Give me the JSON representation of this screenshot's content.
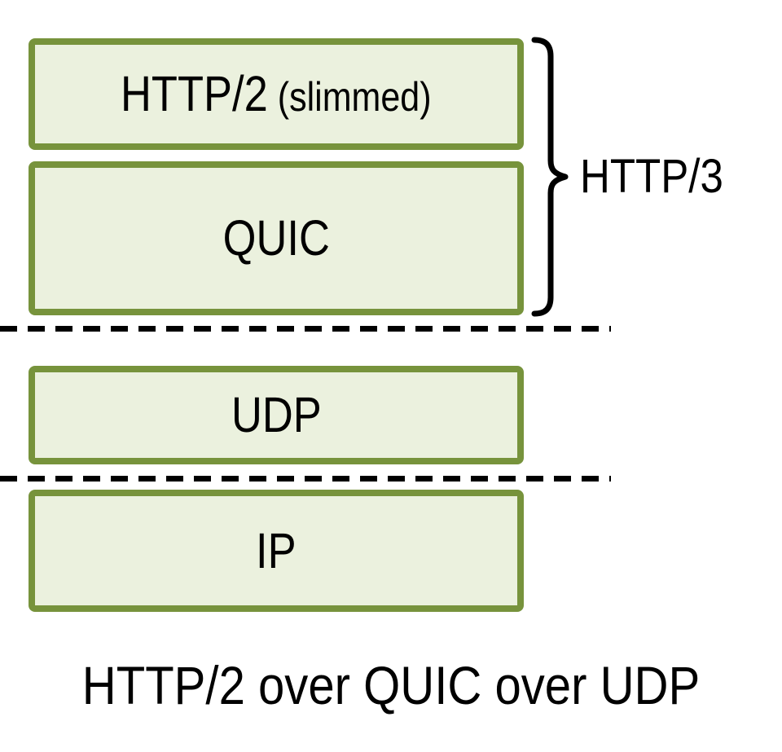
{
  "diagram": {
    "title_caption": "HTTP/2 over QUIC over UDP",
    "stack_boxes": [
      {
        "label": "HTTP/2",
        "sublabel": "(slimmed)"
      },
      {
        "label": "QUIC"
      },
      {
        "label": "UDP"
      },
      {
        "label": "IP"
      }
    ],
    "brace_label": "HTTP/3",
    "colors": {
      "box_border": "#77933C",
      "box_fill": "#EBF1DE",
      "text": "#000000",
      "divider": "#000000",
      "background": "#FFFFFF"
    }
  }
}
